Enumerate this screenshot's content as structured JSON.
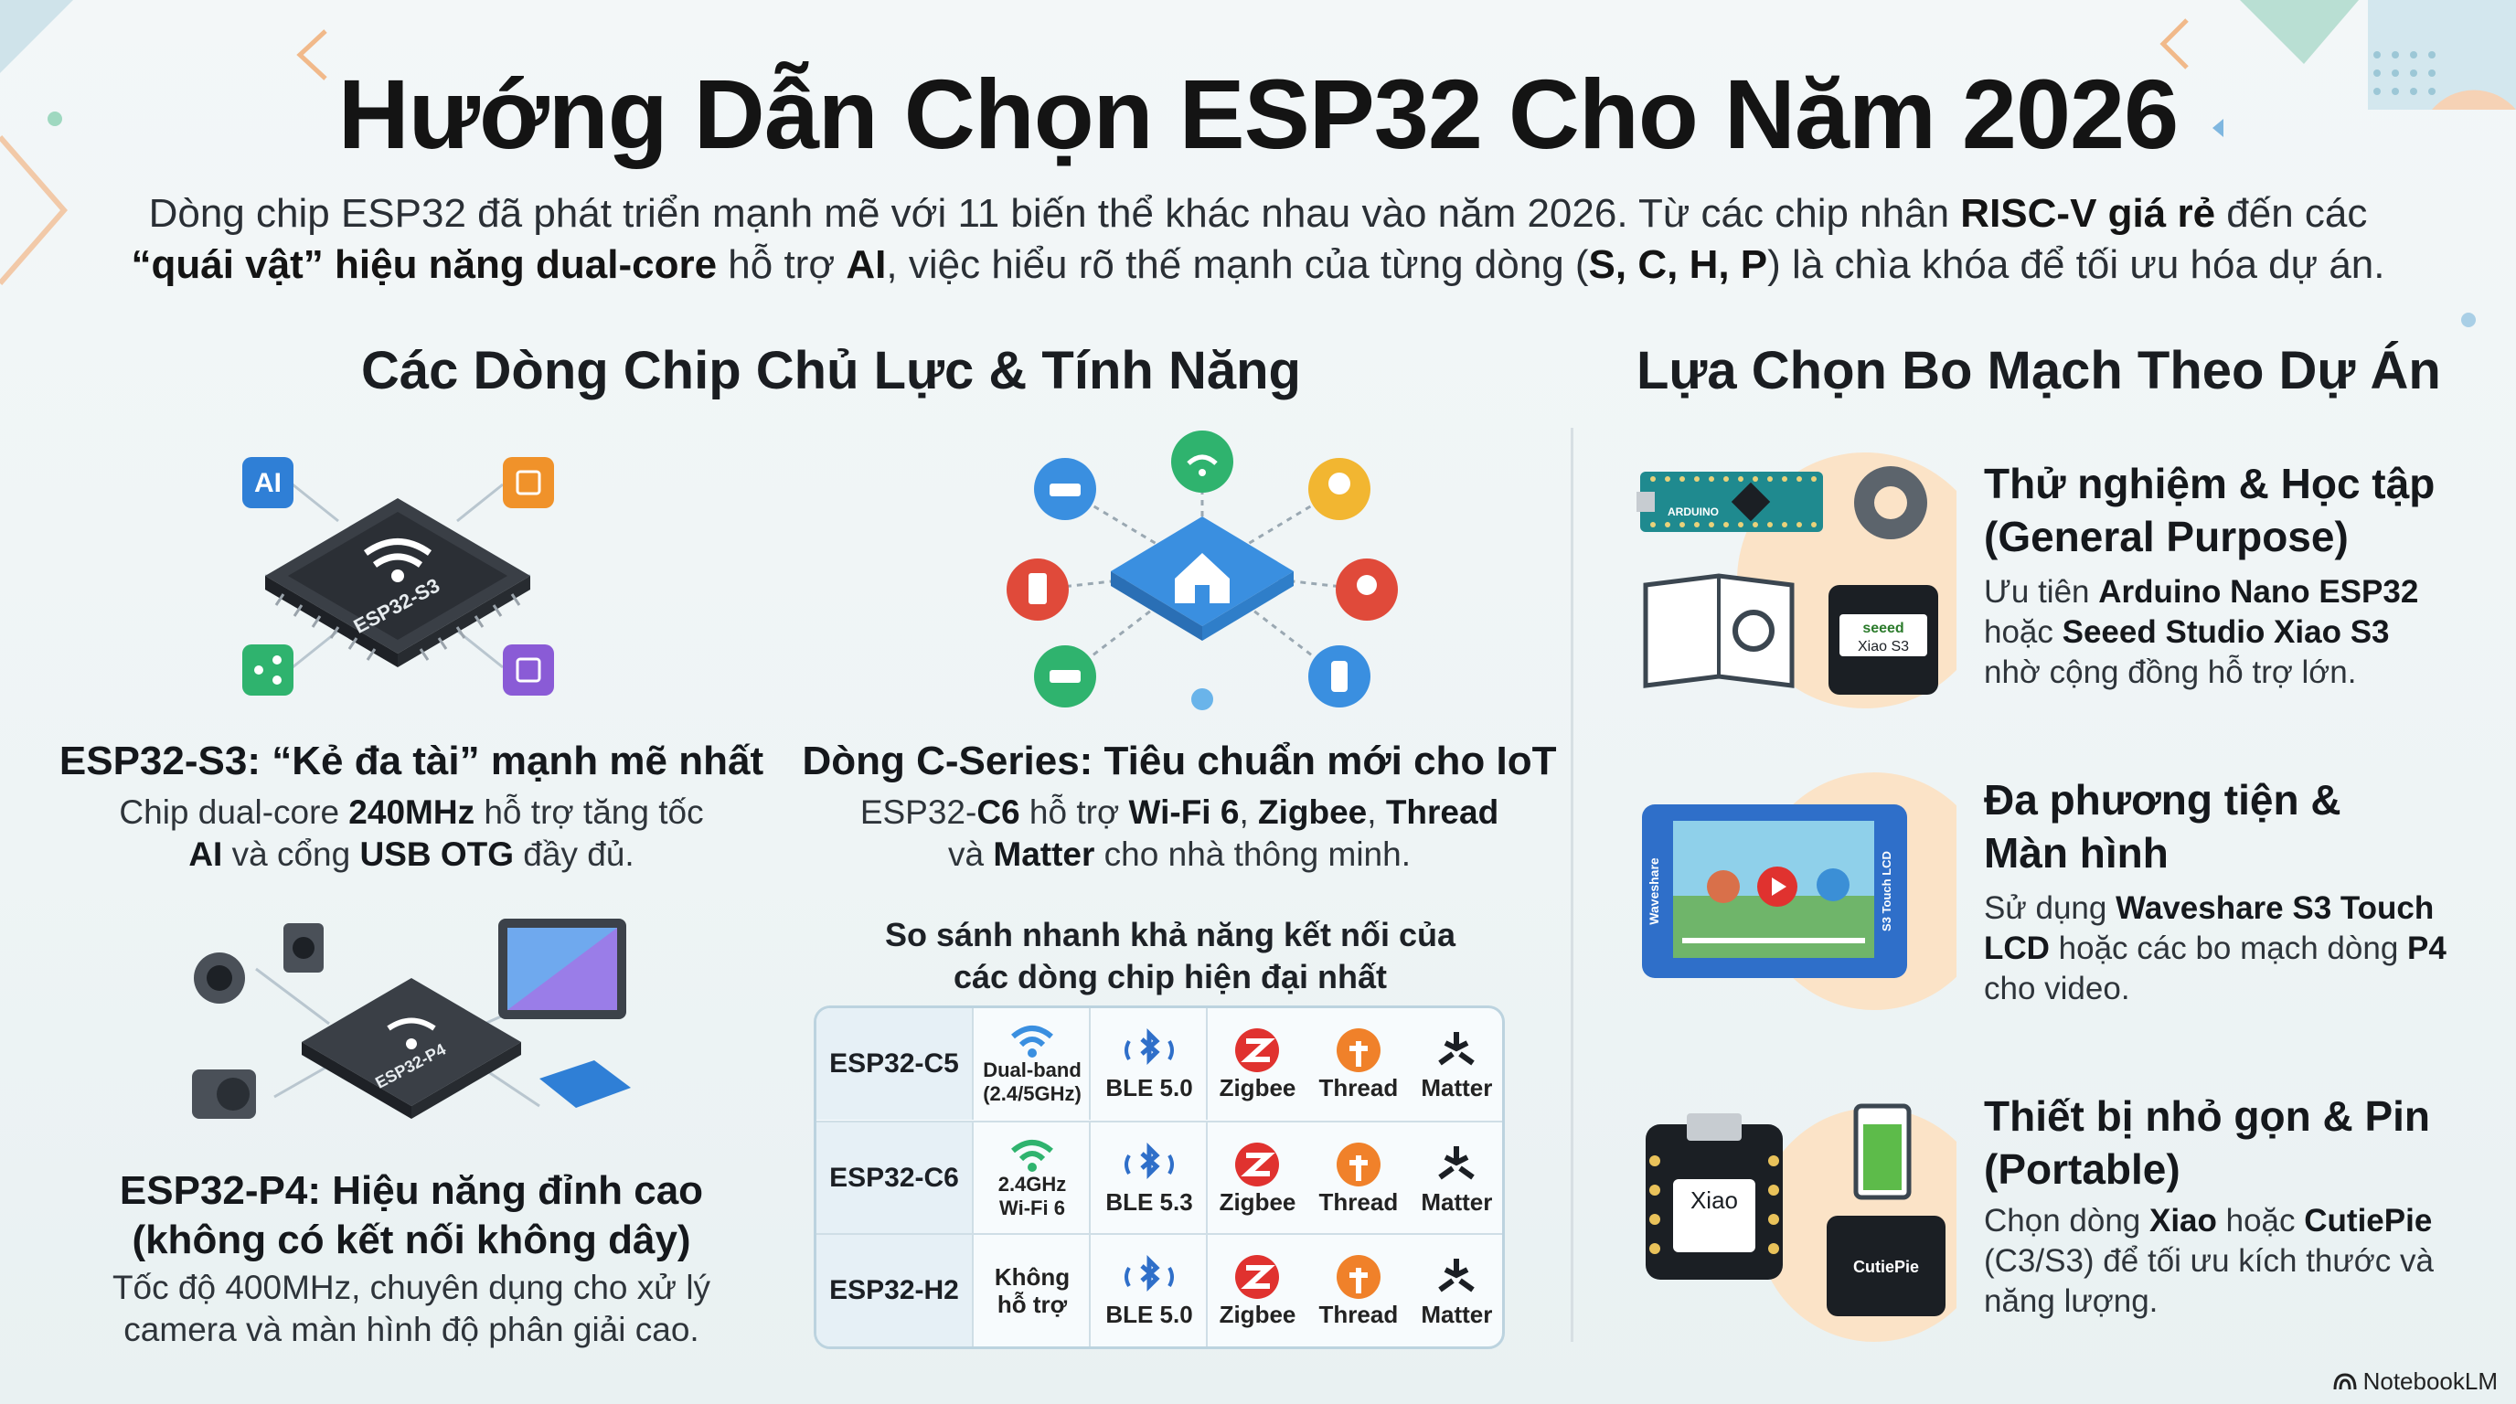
{
  "header": {
    "title": "Hướng Dẫn Chọn ESP32 Cho Năm 2026",
    "intro": {
      "p1": "Dòng chip ESP32 đã phát triển mạnh mẽ với 11 biến thể khác nhau vào năm 2026. Từ các chip nhân ",
      "b1": "RISC-V giá rẻ",
      "p2": " đến các",
      "b2": "“quái vật” hiệu năng dual-core",
      "p3": " hỗ trợ ",
      "b3": "AI",
      "p4": ", việc hiểu rõ thế mạnh của từng dòng (",
      "b4": "S, C, H, P",
      "p5": ") là chìa khóa để tối ưu hóa dự án."
    }
  },
  "left_section": {
    "title": "Các Dòng Chip Chủ Lực & Tính Năng",
    "s3": {
      "chip_label": "ESP32-S3",
      "ai_badge": "AI",
      "title": "ESP32-S3: “Kẻ đa tài” mạnh mẽ nhất",
      "d1": "Chip dual-core ",
      "d1b": "240MHz",
      "d2": " hỗ trợ tăng tốc",
      "d3b": "AI",
      "d4": " và cổng ",
      "d4b": "USB OTG",
      "d5": " đầy đủ."
    },
    "c_series": {
      "title": "Dòng C-Series: Tiêu chuẩn mới cho IoT",
      "d1": "ESP32-",
      "d1b": "C6",
      "d2": " hỗ trợ ",
      "d2b": "Wi-Fi 6",
      "d3": ", ",
      "d3b": "Zigbee",
      "d4": ", ",
      "d4b": "Thread",
      "d5": "và ",
      "d5b": "Matter",
      "d6": " cho nhà thông minh."
    },
    "p4": {
      "chip_label": "ESP32-P4",
      "title1": "ESP32-P4: Hiệu năng đỉnh cao",
      "title2": "(không có kết nối không dây)",
      "d1": "Tốc độ 400MHz, chuyên dụng cho xử lý",
      "d2": "camera và màn hình độ phân giải cao."
    },
    "comparison": {
      "title1": "So sánh nhanh khả năng kết nối của",
      "title2": "các dòng chip hiện đại nhất",
      "rows": [
        {
          "chip": "ESP32-C5",
          "wifi1": "Dual-band",
          "wifi2": "(2.4/5GHz)",
          "ble": "BLE 5.0",
          "z": "Zigbee",
          "t": "Thread",
          "m": "Matter"
        },
        {
          "chip": "ESP32-C6",
          "wifi1": "2.4GHz",
          "wifi2": "Wi-Fi 6",
          "ble": "BLE 5.3",
          "z": "Zigbee",
          "t": "Thread",
          "m": "Matter"
        },
        {
          "chip": "ESP32-H2",
          "wifi1": "Không",
          "wifi2": "hỗ trợ",
          "ble": "BLE 5.0",
          "z": "Zigbee",
          "t": "Thread",
          "m": "Matter"
        }
      ]
    }
  },
  "right_section": {
    "title": "Lựa Chọn Bo Mạch Theo Dự Án",
    "cards": [
      {
        "t1": "Thử nghiệm & Học tập",
        "t2": "(General Purpose)",
        "a": "Ưu tiên ",
        "ab": "Arduino Nano ESP32",
        "b": "hoặc ",
        "bb": "Seeed Studio Xiao S3",
        "c": "nhờ cộng đồng hỗ trợ lớn.",
        "board1": "ARDUINO",
        "board2a": "seeed",
        "board2b": "Xiao S3"
      },
      {
        "t1": "Đa phương tiện &",
        "t2": "Màn hình",
        "a": "Sử dụng ",
        "ab": "Waveshare S3 Touch",
        "bb": "LCD",
        "b": " hoặc các bo mạch dòng ",
        "cb": "P4",
        "c": "cho video.",
        "side_left": "Waveshare",
        "side_right": "S3 Touch LCD"
      },
      {
        "t1": "Thiết bị nhỏ gọn & Pin",
        "t2": "(Portable)",
        "a": "Chọn dòng ",
        "ab": "Xiao",
        "b": " hoặc ",
        "bb": "CutiePie",
        "c1": "(C3/S3) để tối ưu kích thước và",
        "c2": "năng lượng.",
        "board1": "Xiao",
        "board2": "CutiePie"
      }
    ]
  },
  "footer": {
    "brand": "NotebookLM"
  },
  "colors": {
    "accent_blue": "#2f7fd6",
    "zigbee_red": "#e0322f",
    "thread_orange": "#f0812a",
    "wifi_blue": "#3a8fe0",
    "wifi_green": "#2fb36e"
  }
}
